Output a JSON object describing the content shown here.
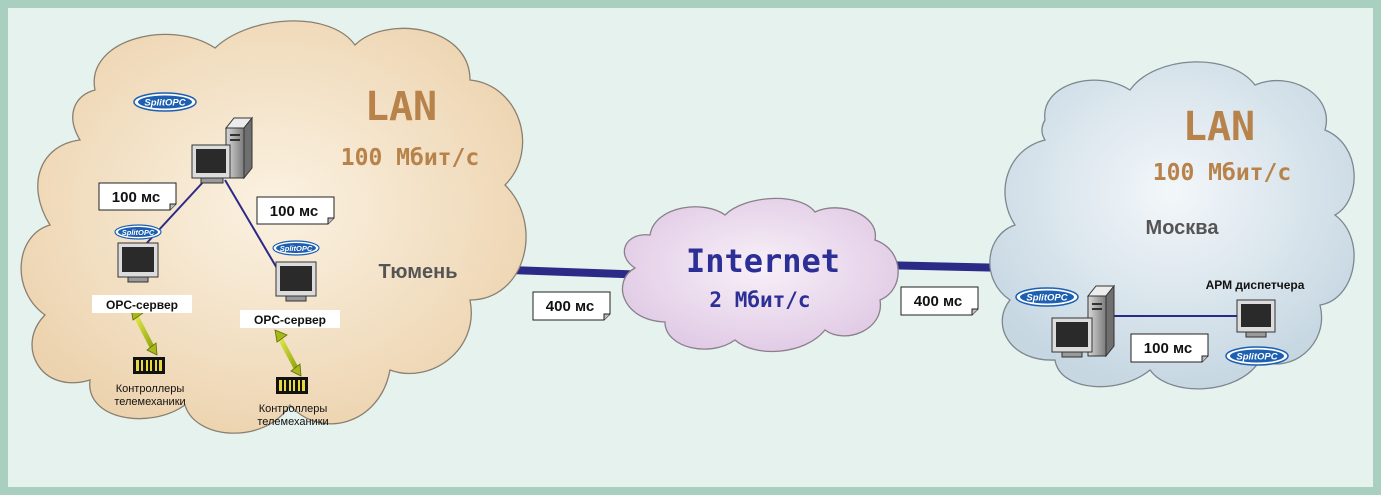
{
  "tyumen": {
    "lan_title": "LAN",
    "lan_speed": "100 Мбит/с",
    "city": "Тюмень",
    "latency_left": "100 мс",
    "latency_right": "100 мс",
    "opc_server_left": "OPC-сервер",
    "opc_server_right": "OPC-сервер",
    "controllers_left_line1": "Контроллеры",
    "controllers_left_line2": "телемеханики",
    "controllers_right_line1": "Контроллеры",
    "controllers_right_line2": "телемеханики"
  },
  "internet": {
    "title": "Internet",
    "speed": "2 Мбит/с",
    "latency_left": "400 мс",
    "latency_right": "400 мс"
  },
  "moscow": {
    "lan_title": "LAN",
    "lan_speed": "100 Мбит/с",
    "city": "Москва",
    "workstation_label": "АРМ диспетчера",
    "latency": "100 мс"
  },
  "badges": {
    "splitopc": "SplitOPC"
  },
  "colors": {
    "border": "#a9cfc0",
    "background": "#e6f2ed",
    "lan_cloud_fill": "#f1dcbc",
    "internet_cloud_fill": "#e8d7ec",
    "moscow_cloud_fill": "#d9e6ee",
    "lan_text": "#b8834a",
    "internet_text": "#2b2f96",
    "link": "#2b2a87",
    "badge": "#1d5fb0"
  }
}
